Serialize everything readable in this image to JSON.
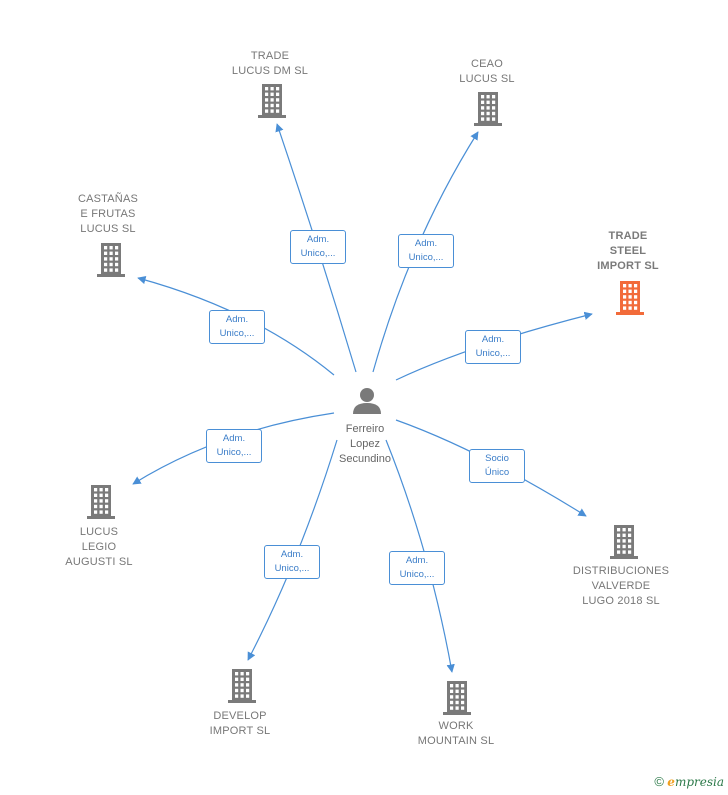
{
  "center": {
    "label": "Ferreiro\nLopez\nSecundino",
    "icon": "person-icon"
  },
  "companies": [
    {
      "id": "trade-lucus-dm",
      "label": "TRADE\nLUCUS DM  SL",
      "highlight": false
    },
    {
      "id": "ceao-lucus",
      "label": "CEAO\nLUCUS  SL",
      "highlight": false
    },
    {
      "id": "castanas-frutas-lucus",
      "label": "CASTAÑAS\nE FRUTAS\nLUCUS  SL",
      "highlight": false
    },
    {
      "id": "trade-steel-import",
      "label": "TRADE\nSTEEL\nIMPORT  SL",
      "highlight": true
    },
    {
      "id": "lucus-legio-augusti",
      "label": "LUCUS\nLEGIO\nAUGUSTI SL",
      "highlight": false
    },
    {
      "id": "distribuciones-valverde",
      "label": "DISTRIBUCIONES\nVALVERDE\nLUGO 2018  SL",
      "highlight": false
    },
    {
      "id": "develop-import",
      "label": "DEVELOP\nIMPORT  SL",
      "highlight": false
    },
    {
      "id": "work-mountain",
      "label": "WORK\nMOUNTAIN  SL",
      "highlight": false
    }
  ],
  "relations": [
    {
      "target": "trade-lucus-dm",
      "label": "Adm.\nUnico,..."
    },
    {
      "target": "ceao-lucus",
      "label": "Adm.\nUnico,..."
    },
    {
      "target": "castanas-frutas-lucus",
      "label": "Adm.\nUnico,..."
    },
    {
      "target": "trade-steel-import",
      "label": "Adm.\nUnico,..."
    },
    {
      "target": "lucus-legio-augusti",
      "label": "Adm.\nUnico,..."
    },
    {
      "target": "distribuciones-valverde",
      "label": "Socio\nÚnico"
    },
    {
      "target": "develop-import",
      "label": "Adm.\nUnico,..."
    },
    {
      "target": "work-mountain",
      "label": "Adm.\nUnico,..."
    }
  ],
  "colors": {
    "edge": "#4a8fd6",
    "building": "#7a7a7a",
    "building_highlight": "#f26b3a",
    "person": "#7a7a7a"
  },
  "footer": {
    "copyright": "©",
    "brand_initial": "e",
    "brand_rest": "mpresia"
  }
}
